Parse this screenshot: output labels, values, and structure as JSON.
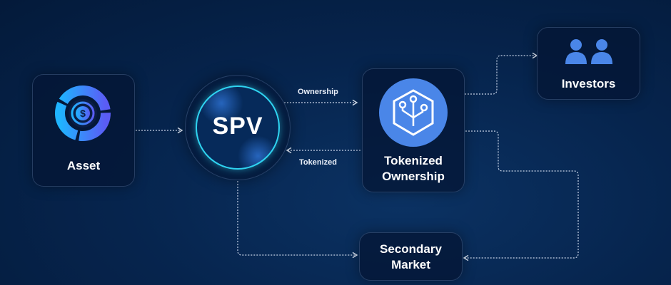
{
  "nodes": {
    "asset": "Asset",
    "spv": "SPV",
    "tokenized_line1": "Tokenized",
    "tokenized_line2": "Ownership",
    "investors": "Investors",
    "secondary_line1": "Secondary",
    "secondary_line2": "Market"
  },
  "edges": {
    "ownership_label": "Ownership",
    "tokenized_label": "Tokenized"
  },
  "colors": {
    "accent": "#4a86e8",
    "cyan": "#2fd3f0",
    "background": "#06244d"
  }
}
